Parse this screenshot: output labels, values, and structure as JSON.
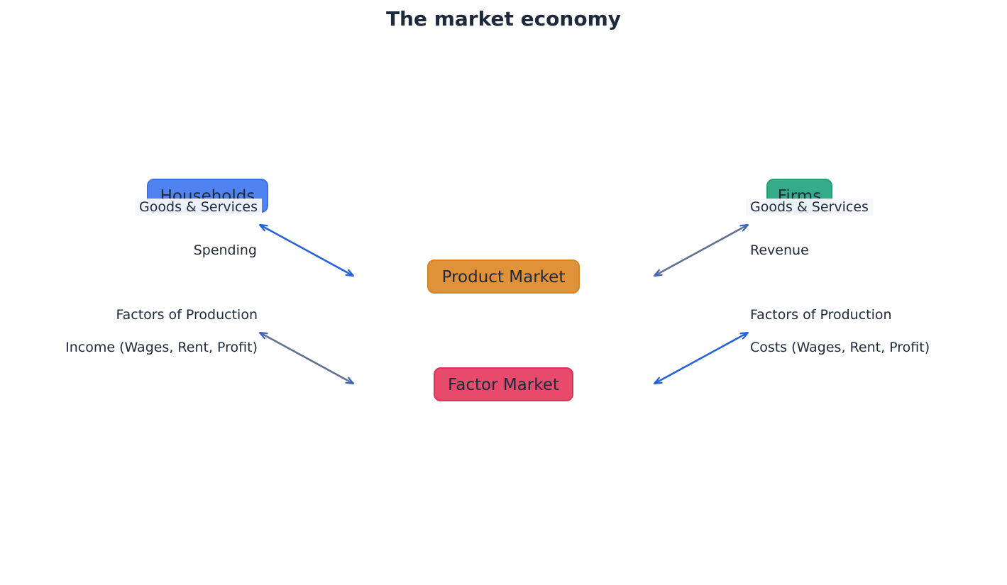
{
  "title": "The market economy",
  "nodes": {
    "households": "Households",
    "firms": "Firms",
    "product_market": "Product Market",
    "factor_market": "Factor Market"
  },
  "labels": {
    "left_goods": "Goods & Services",
    "left_spending": "Spending",
    "left_factors": "Factors of Production",
    "left_income": "Income (Wages, Rent, Profit)",
    "right_goods": "Goods & Services",
    "right_revenue": "Revenue",
    "right_factors": "Factors of Production",
    "right_costs": "Costs (Wages, Rent, Profit)"
  },
  "colors": {
    "households": "#5082f0",
    "firms": "#35ab87",
    "product_market": "#e09238",
    "factor_market": "#e84a6c",
    "arrow_blue": "#2563db",
    "arrow_gray": "#5f7191",
    "text": "#1e293b"
  }
}
